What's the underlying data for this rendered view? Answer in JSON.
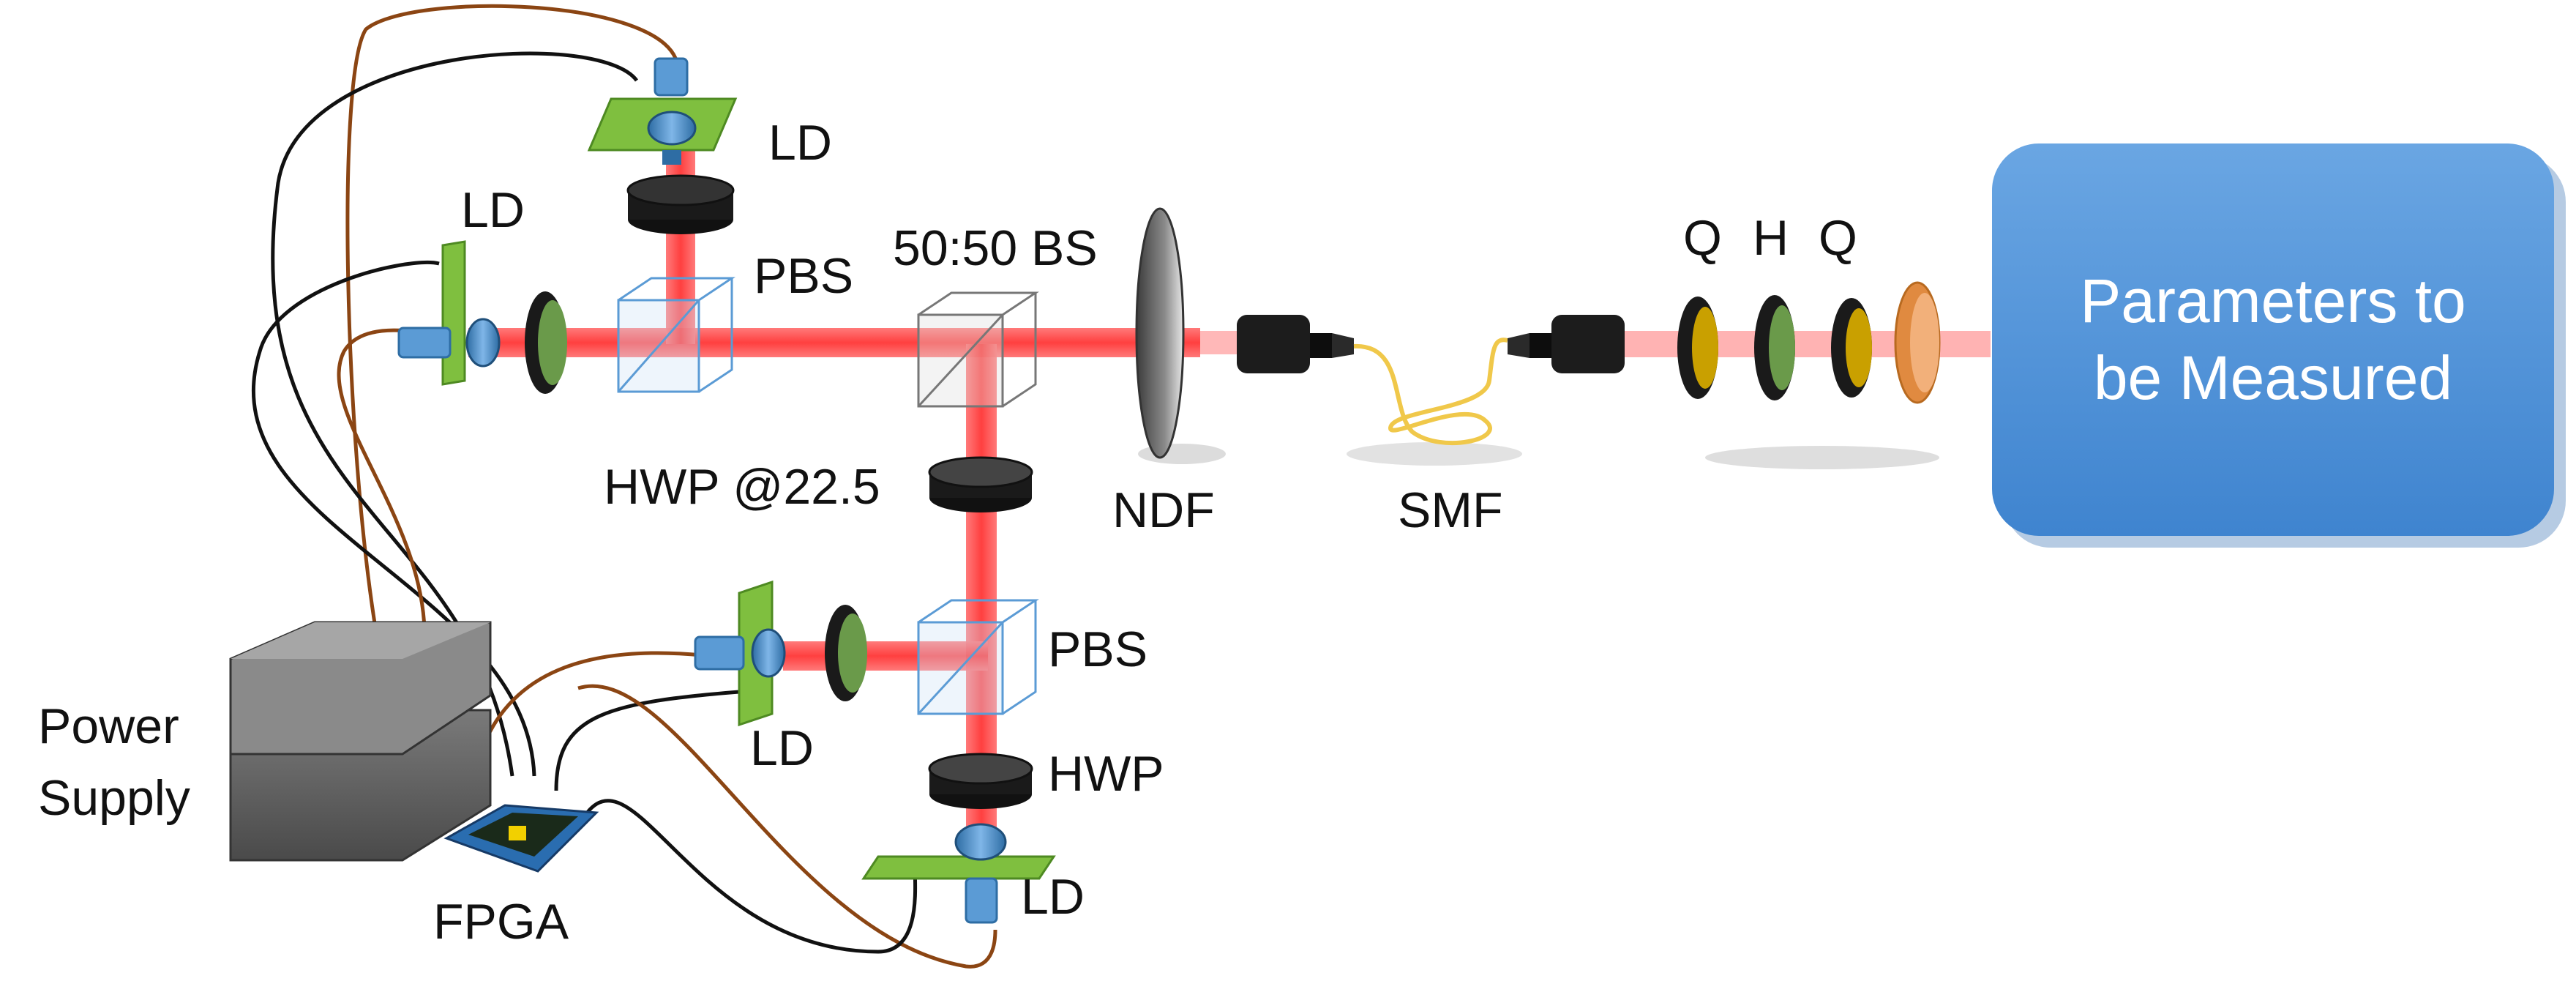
{
  "labels": {
    "ld_top": "LD",
    "ld_left": "LD",
    "pbs_top": "PBS",
    "bs": "50:50 BS",
    "hwp_22": "HWP @22.5",
    "ndf": "NDF",
    "smf": "SMF",
    "q1": "Q",
    "h": "H",
    "q2": "Q",
    "pbs_bottom": "PBS",
    "ld_mid": "LD",
    "hwp": "HWP",
    "ld_bottom": "LD",
    "power_line1": "Power",
    "power_line2": "Supply",
    "fpga": "FPGA"
  },
  "target_box": {
    "line1": "Parameters to",
    "line2": "be Measured"
  },
  "colors": {
    "beam": "#ff3b3b",
    "mount_green": "#7fbf3f",
    "laser_blue": "#5b9bd5",
    "lens_dark": "#1a1a1a",
    "target_blue": "#4a8fd6",
    "cable_brown": "#8b4513",
    "cable_black": "#111111"
  }
}
